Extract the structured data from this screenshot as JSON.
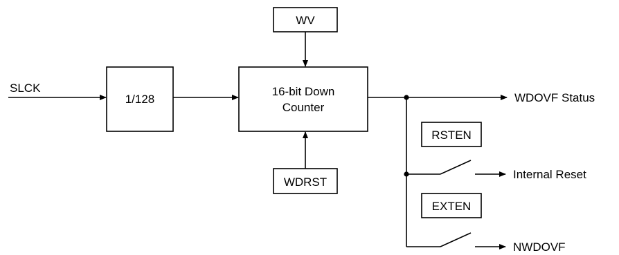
{
  "diagram": {
    "inputs": {
      "slck": "SLCK"
    },
    "blocks": {
      "divider": "1/128",
      "counter_line1": "16-bit Down",
      "counter_line2": "Counter",
      "wv": "WV",
      "wdrst": "WDRST",
      "rsten": "RSTEN",
      "exten": "EXTEN"
    },
    "outputs": {
      "wdovf_status": "WDOVF Status",
      "internal_reset": "Internal Reset",
      "nwdovf": "NWDOVF"
    }
  }
}
